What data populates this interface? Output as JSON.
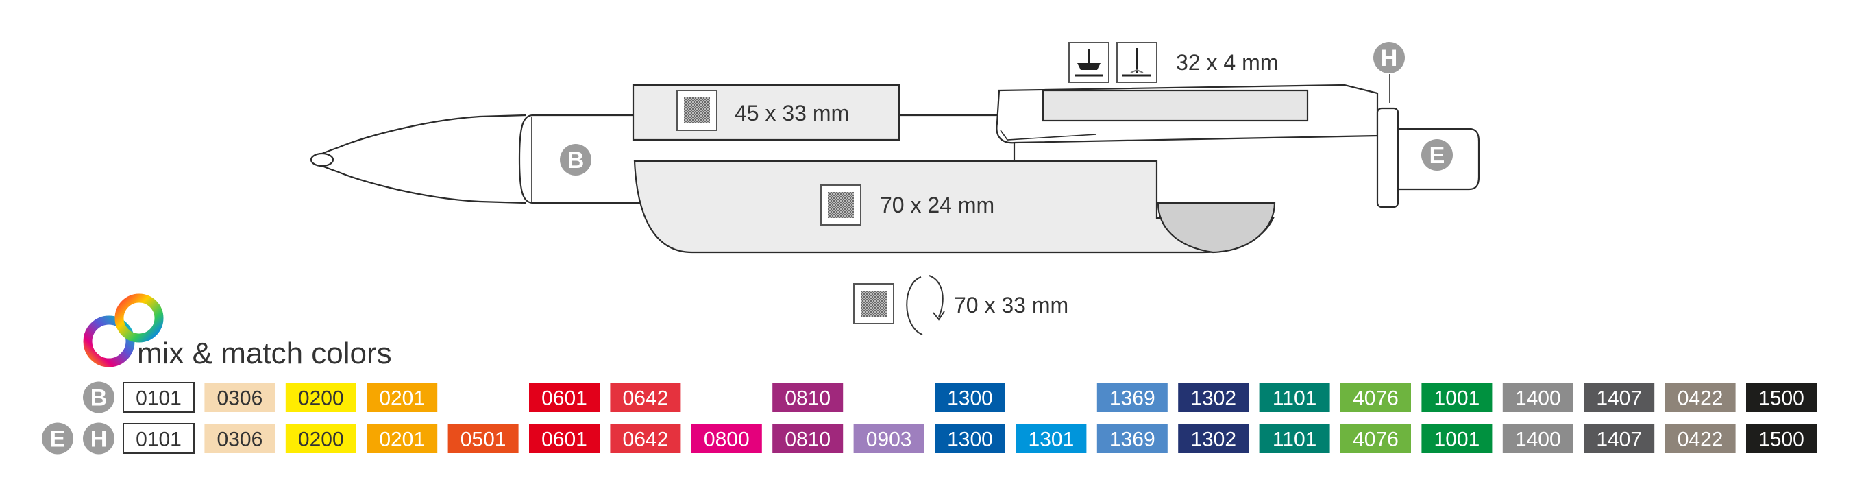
{
  "print_areas": {
    "clip_top": "32 x 4 mm",
    "body_label": "45 x 33 mm",
    "wrap_label": "70 x 24 mm",
    "rotary_label": "70 x 33 mm"
  },
  "part_labels": {
    "body": "B",
    "end": "E",
    "clip_head": "H"
  },
  "branding": {
    "title": "mix & match colors"
  },
  "rows": [
    {
      "labels": [
        "B"
      ],
      "swatches": [
        {
          "code": "0101",
          "color": "#ffffff"
        },
        {
          "code": "0306",
          "color": "#f6dab2"
        },
        {
          "code": "0200",
          "color": "#ffec00"
        },
        {
          "code": "0201",
          "color": "#f7a600"
        },
        null,
        {
          "code": "0601",
          "color": "#e2001a"
        },
        {
          "code": "0642",
          "color": "#e5323e"
        },
        null,
        {
          "code": "0810",
          "color": "#a0287c"
        },
        null,
        {
          "code": "1300",
          "color": "#005ca9"
        },
        null,
        {
          "code": "1369",
          "color": "#4f8ac9"
        },
        {
          "code": "1302",
          "color": "#233371"
        },
        {
          "code": "1101",
          "color": "#00806f"
        },
        {
          "code": "4076",
          "color": "#6eb43f"
        },
        {
          "code": "1001",
          "color": "#00913f"
        },
        {
          "code": "1400",
          "color": "#8c8c8c"
        },
        {
          "code": "1407",
          "color": "#58585a"
        },
        {
          "code": "0422",
          "color": "#8e8479"
        },
        {
          "code": "1500",
          "color": "#1d1d1b"
        }
      ]
    },
    {
      "labels": [
        "E",
        "H"
      ],
      "swatches": [
        {
          "code": "0101",
          "color": "#ffffff"
        },
        {
          "code": "0306",
          "color": "#f6dab2"
        },
        {
          "code": "0200",
          "color": "#ffec00"
        },
        {
          "code": "0201",
          "color": "#f7a600"
        },
        {
          "code": "0501",
          "color": "#e94e1b"
        },
        {
          "code": "0601",
          "color": "#e2001a"
        },
        {
          "code": "0642",
          "color": "#e5323e"
        },
        {
          "code": "0800",
          "color": "#e4007c"
        },
        {
          "code": "0810",
          "color": "#a0287c"
        },
        {
          "code": "0903",
          "color": "#9e7fbe"
        },
        {
          "code": "1300",
          "color": "#005ca9"
        },
        {
          "code": "1301",
          "color": "#0095db"
        },
        {
          "code": "1369",
          "color": "#4f8ac9"
        },
        {
          "code": "1302",
          "color": "#233371"
        },
        {
          "code": "1101",
          "color": "#00806f"
        },
        {
          "code": "4076",
          "color": "#6eb43f"
        },
        {
          "code": "1001",
          "color": "#00913f"
        },
        {
          "code": "1400",
          "color": "#8c8c8c"
        },
        {
          "code": "1407",
          "color": "#58585a"
        },
        {
          "code": "0422",
          "color": "#8e8479"
        },
        {
          "code": "1500",
          "color": "#1d1d1b"
        }
      ]
    }
  ],
  "dark_text_codes": [
    "0101",
    "0306",
    "0200"
  ],
  "icons": [
    "screen-print-icon",
    "laser-engrave-icon",
    "print-area-icon",
    "rotation-arrow-icon",
    "mix-match-logo-icon"
  ]
}
